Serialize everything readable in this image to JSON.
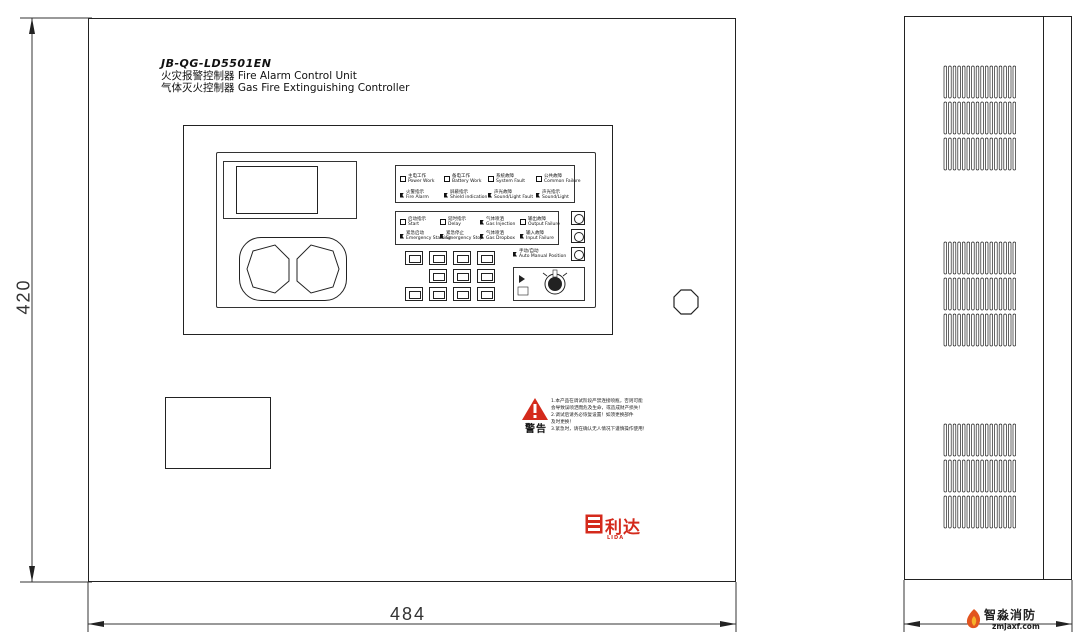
{
  "dimensions": {
    "height_label": "420",
    "width_label": "484"
  },
  "title": {
    "model": "JB-QG-LD5501EN",
    "line1_cn": "火灾报警控制器",
    "line1_en": "Fire Alarm Control Unit",
    "line2_cn": "气体灭火控制器",
    "line2_en": "Gas Fire Extinguishing Controller"
  },
  "status_leds": [
    {
      "cn": "主电工作",
      "en": "Power Work"
    },
    {
      "cn": "备电工作",
      "en": "Battery Work"
    },
    {
      "cn": "系统故障",
      "en": "System Fault"
    },
    {
      "cn": "公共故障",
      "en": "Common Failure"
    },
    {
      "cn": "火警指示",
      "en": "Fire Alarm"
    },
    {
      "cn": "屏蔽指示",
      "en": "Shield indication"
    },
    {
      "cn": "声光故障",
      "en": "Sound/Light Fault"
    },
    {
      "cn": "声光指示",
      "en": "Sound/Light"
    }
  ],
  "gas_leds": [
    {
      "cn": "启动指示",
      "en": "Start"
    },
    {
      "cn": "延时指示",
      "en": "Delay"
    },
    {
      "cn": "气体喷洒",
      "en": "Gas Injection"
    },
    {
      "cn": "输出故障",
      "en": "Output Failure"
    },
    {
      "cn": "紧急启动",
      "en": "Emergency Starting"
    },
    {
      "cn": "紧急停止",
      "en": "Emergency Stop"
    },
    {
      "cn": "气体喷洒",
      "en": "Gas Dropbox"
    },
    {
      "cn": "输入故障",
      "en": "Input Failure"
    }
  ],
  "auto_label": {
    "cn": "手动/自动",
    "en": "Auto Manual Position"
  },
  "warning": {
    "lines": [
      "1.本产品在调试阶段严禁连接喷瓶，否则可能",
      "会导致误喷洒而危及生命，或造成财产损失！",
      "2.调试后请务必恢复设置！如须更换部件",
      "及时更换！",
      "3.紧急时，请在确认无人情况下谨慎操作使用！"
    ],
    "word": "警告"
  },
  "brand": {
    "cn": "利达",
    "en": "LIDA"
  },
  "watermark": {
    "cn": "智淼消防",
    "url": "zmjaxf.com"
  },
  "colors": {
    "brand_red": "#d42a1c",
    "line": "#222222"
  }
}
